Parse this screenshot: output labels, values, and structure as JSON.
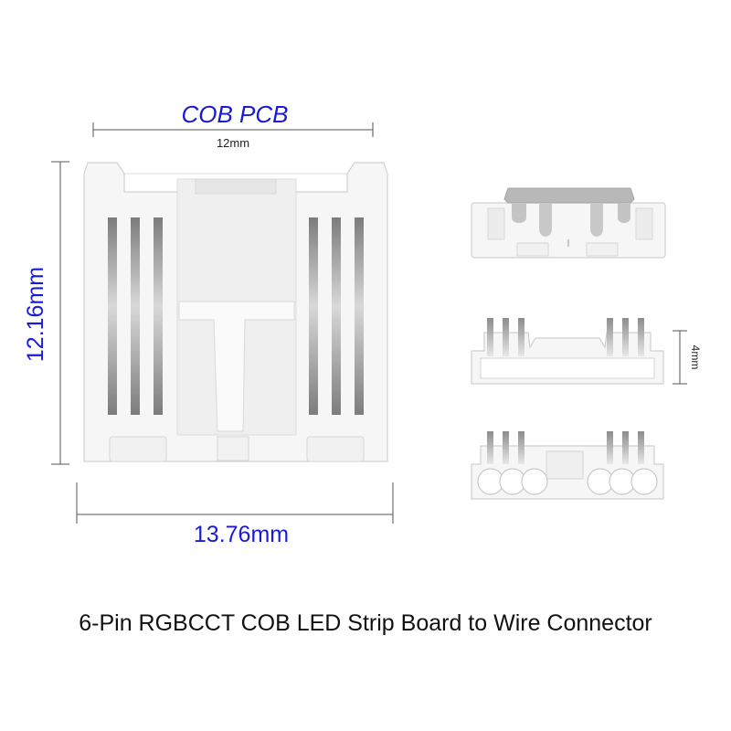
{
  "labels": {
    "pcb_type": "COB PCB",
    "top_width": "12mm",
    "height": "12.16mm",
    "bottom_width": "13.76mm",
    "side_height": "4mm"
  },
  "caption": "6-Pin RGBCCT COB LED Strip Board to Wire Connector",
  "colors": {
    "dimension_blue": "#1a1ad6",
    "dimension_line": "#555555",
    "body_fill": "#f7f7f7",
    "body_stroke": "#cfcfcf",
    "slot_dark": "#8a8a8a",
    "pin_gray": "#9a9a9a"
  }
}
